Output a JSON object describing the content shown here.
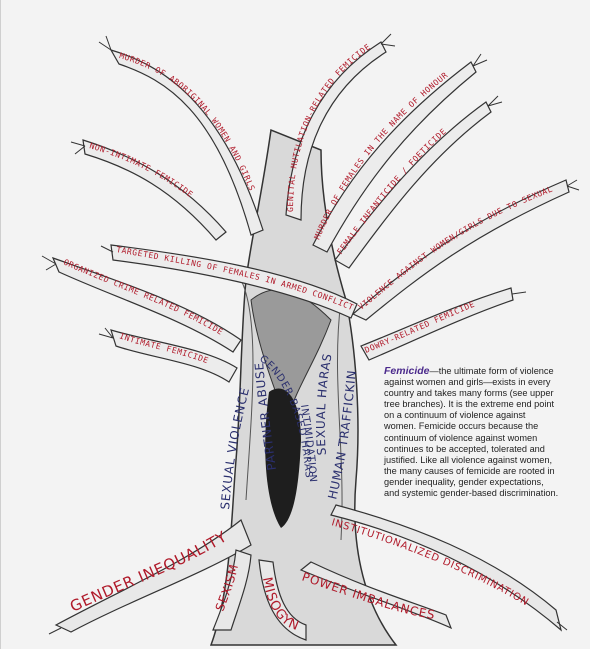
{
  "branches": {
    "b1": "MURDER OF ABORIGINAL WOMEN AND GIRLS",
    "b2": "GENITAL MUTILATION-RELATED FEMICIDE",
    "b3": "MURDER OF FEMALES IN THE NAME OF HONOUR",
    "b4": "NON-INTIMATE FEMICIDE",
    "b5": "FEMALE INFANTICIDE / FOETICIDE",
    "b6": "VIOLENCE AGAINST WOMEN/GIRLS DUE TO SEXUAL ORIENTATION & GENDER IDENTITY",
    "b7": "TARGETED KILLING OF FEMALES IN ARMED CONFLICT",
    "b8": "ORGANIZED CRIME RELATED FEMICIDE",
    "b9": "DOWRY-RELATED FEMICIDE",
    "b10": "INTIMATE FEMICIDE"
  },
  "trunk": {
    "t1": "SEXUAL VIOLENCE",
    "t2": "PARTNER ABUSE",
    "t3": "GENDER BASED HARASSMENT",
    "t4": "INTIMIDATION",
    "t5": "SEXUAL HARASSMENT",
    "t6": "HUMAN TRAFFICKING"
  },
  "roots": {
    "r1": "GENDER INEQUALITY",
    "r2": "SEXISM",
    "r3": "MISOGYNY",
    "r4": "POWER IMBALANCES",
    "r5": "INSTITUTIONALIZED DISCRIMINATION"
  },
  "caption": {
    "lead": "Femicide",
    "body": "—the ultimate form of violence against women and girls—exists in every country and takes many forms (see upper tree branches). It is the extreme end point on a continuum of violence against women. Femicide occurs because the continuum of violence against women continues to be accepted, tolerated and justified. Like all violence against women, the many causes of femicide are rooted in gender inequality, gender expectations, and systemic gender-based discrimination."
  }
}
